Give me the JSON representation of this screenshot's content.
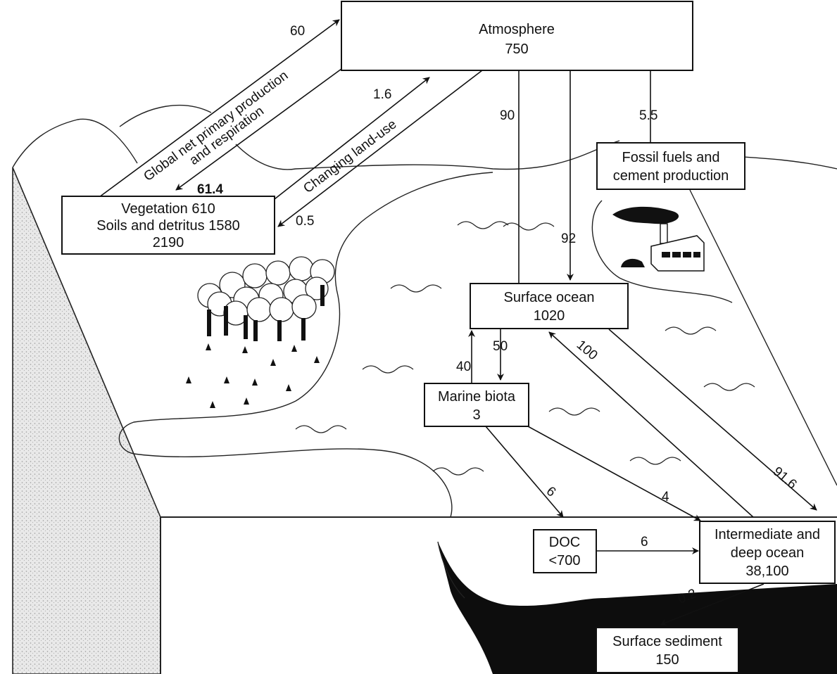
{
  "pools": {
    "atmosphere": {
      "name": "Atmosphere",
      "value": "750"
    },
    "land": {
      "line1": "Vegetation  610",
      "line2": "Soils and detritus  1580",
      "line3": "2190"
    },
    "fossil": {
      "line1": "Fossil fuels and",
      "line2": "cement production"
    },
    "surface_ocean": {
      "name": "Surface ocean",
      "value": "1020"
    },
    "marine_biota": {
      "name": "Marine biota",
      "value": "3"
    },
    "doc": {
      "name": "DOC",
      "value": "<700"
    },
    "deep_ocean": {
      "line1": "Intermediate and",
      "line2": "deep ocean",
      "value": "38,100"
    },
    "sediment": {
      "name": "Surface sediment",
      "value": "150"
    }
  },
  "flows": {
    "npp_label_1": "Global net primary production",
    "npp_label_2": "and respiration",
    "npp_up": "60",
    "npp_down": "61.4",
    "landuse_label": "Changing land-use",
    "landuse_up": "1.6",
    "landuse_down": "0.5",
    "ocean_up": "90",
    "ocean_down": "92",
    "fossil_up": "5.5",
    "bio_down": "50",
    "bio_up": "40",
    "deep_up": "100",
    "surface_to_deep": "91.6",
    "bio_to_doc": "6",
    "bio_to_deep": "4",
    "doc_to_deep": "6",
    "to_sediment": "0.2"
  },
  "colors": {
    "ink": "#111111",
    "paper": "#ffffff",
    "sediment": "#0d0d0d"
  }
}
